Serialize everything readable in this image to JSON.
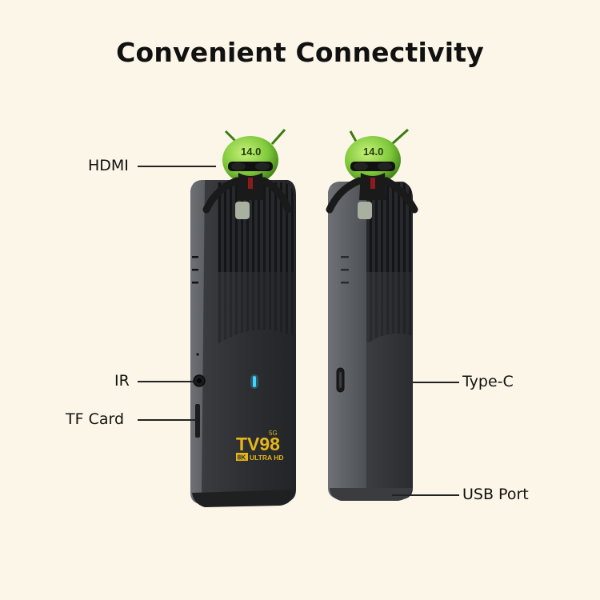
{
  "title": "Convenient Connectivity",
  "labels": {
    "hdmi": "HDMI",
    "ir": "IR",
    "tf_card": "TF Card",
    "type_c": "Type-C",
    "usb_port": "USB Port"
  },
  "device": {
    "brand": "TV98",
    "badge": "5G",
    "subtitle_box": "8K",
    "subtitle_text": "ULTRA HD",
    "mascot_version": "14.0"
  },
  "colors": {
    "background": "#fcf6e8",
    "body_dark": "#2e3033",
    "body_side": "#55585c",
    "brand_gold": "#e5b51a",
    "mascot_green": "#7ec83a",
    "led_blue": "#3fd6ff"
  }
}
